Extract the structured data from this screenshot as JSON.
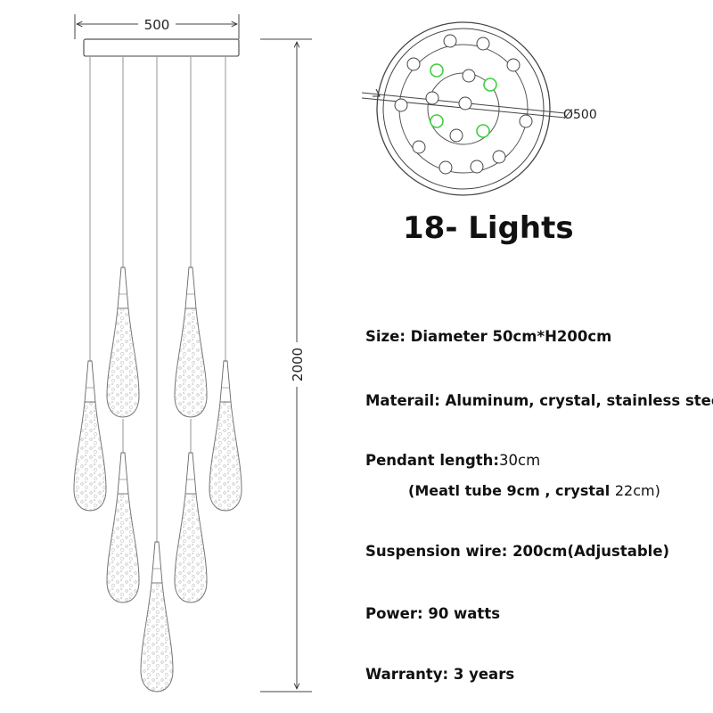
{
  "drawing": {
    "width_label": "500",
    "height_label": "2000",
    "top_diameter_label": "Ø500",
    "colors": {
      "line": "#444444",
      "accent": "#3ecf3e"
    }
  },
  "title": "18- Lights",
  "specs": {
    "size": "Size: Diameter 50cm*H200cm",
    "material": "Materail: Aluminum, crystal, stainless steel",
    "pendant_label": "Pendant length:",
    "pendant_value": "30cm",
    "pendant_detail_a": "(Meatl tube 9cm  , crystal ",
    "pendant_detail_b": "22cm)",
    "suspension": "Suspension wire: 200cm(Adjustable)",
    "power": "Power: 90 watts",
    "warranty": "Warranty: 3 years"
  }
}
